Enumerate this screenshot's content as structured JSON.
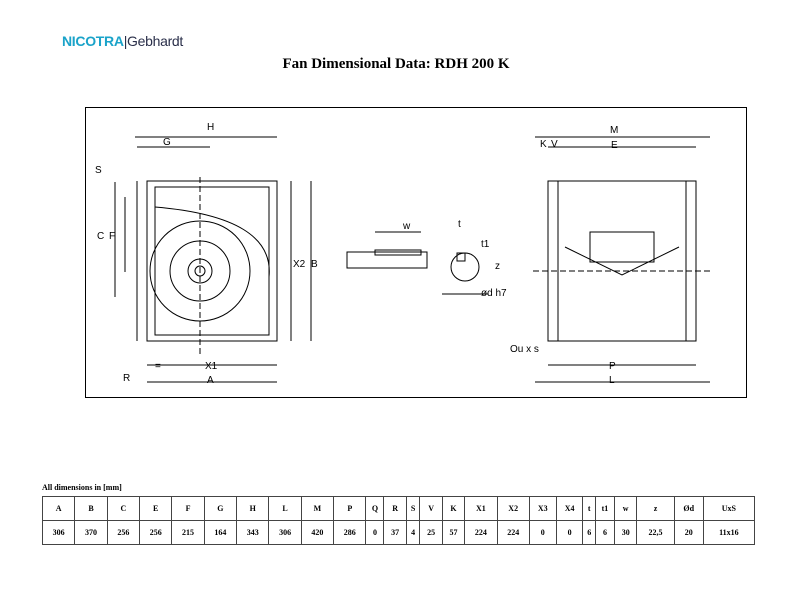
{
  "logo": {
    "brand": "NICOTRA",
    "sub": "Gebhardt"
  },
  "title": "Fan Dimensional Data: RDH 200 K",
  "drawing": {
    "labels": {
      "H": "H",
      "G": "G",
      "S": "S",
      "C": "C",
      "F": "F",
      "X2": "X2",
      "B": "B",
      "eq": "=",
      "X1": "X1",
      "A": "A",
      "R": "R",
      "w": "w",
      "t": "t",
      "t1": "t1",
      "z": "z",
      "d": "ød h7",
      "M": "M",
      "K": "K",
      "V": "V",
      "E": "E",
      "U": "Ou x s",
      "P": "P",
      "L": "L"
    }
  },
  "table": {
    "caption": "All dimensions in [mm]",
    "headers": [
      "A",
      "B",
      "C",
      "E",
      "F",
      "G",
      "H",
      "L",
      "M",
      "P",
      "Q",
      "R",
      "S",
      "V",
      "K",
      "X1",
      "X2",
      "X3",
      "X4",
      "t",
      "t1",
      "w",
      "z",
      "Ød",
      "UxS"
    ],
    "values": [
      "306",
      "370",
      "256",
      "256",
      "215",
      "164",
      "343",
      "306",
      "420",
      "286",
      "0",
      "37",
      "4",
      "25",
      "57",
      "224",
      "224",
      "0",
      "0",
      "6",
      "6",
      "30",
      "22,5",
      "20",
      "11x16"
    ]
  }
}
